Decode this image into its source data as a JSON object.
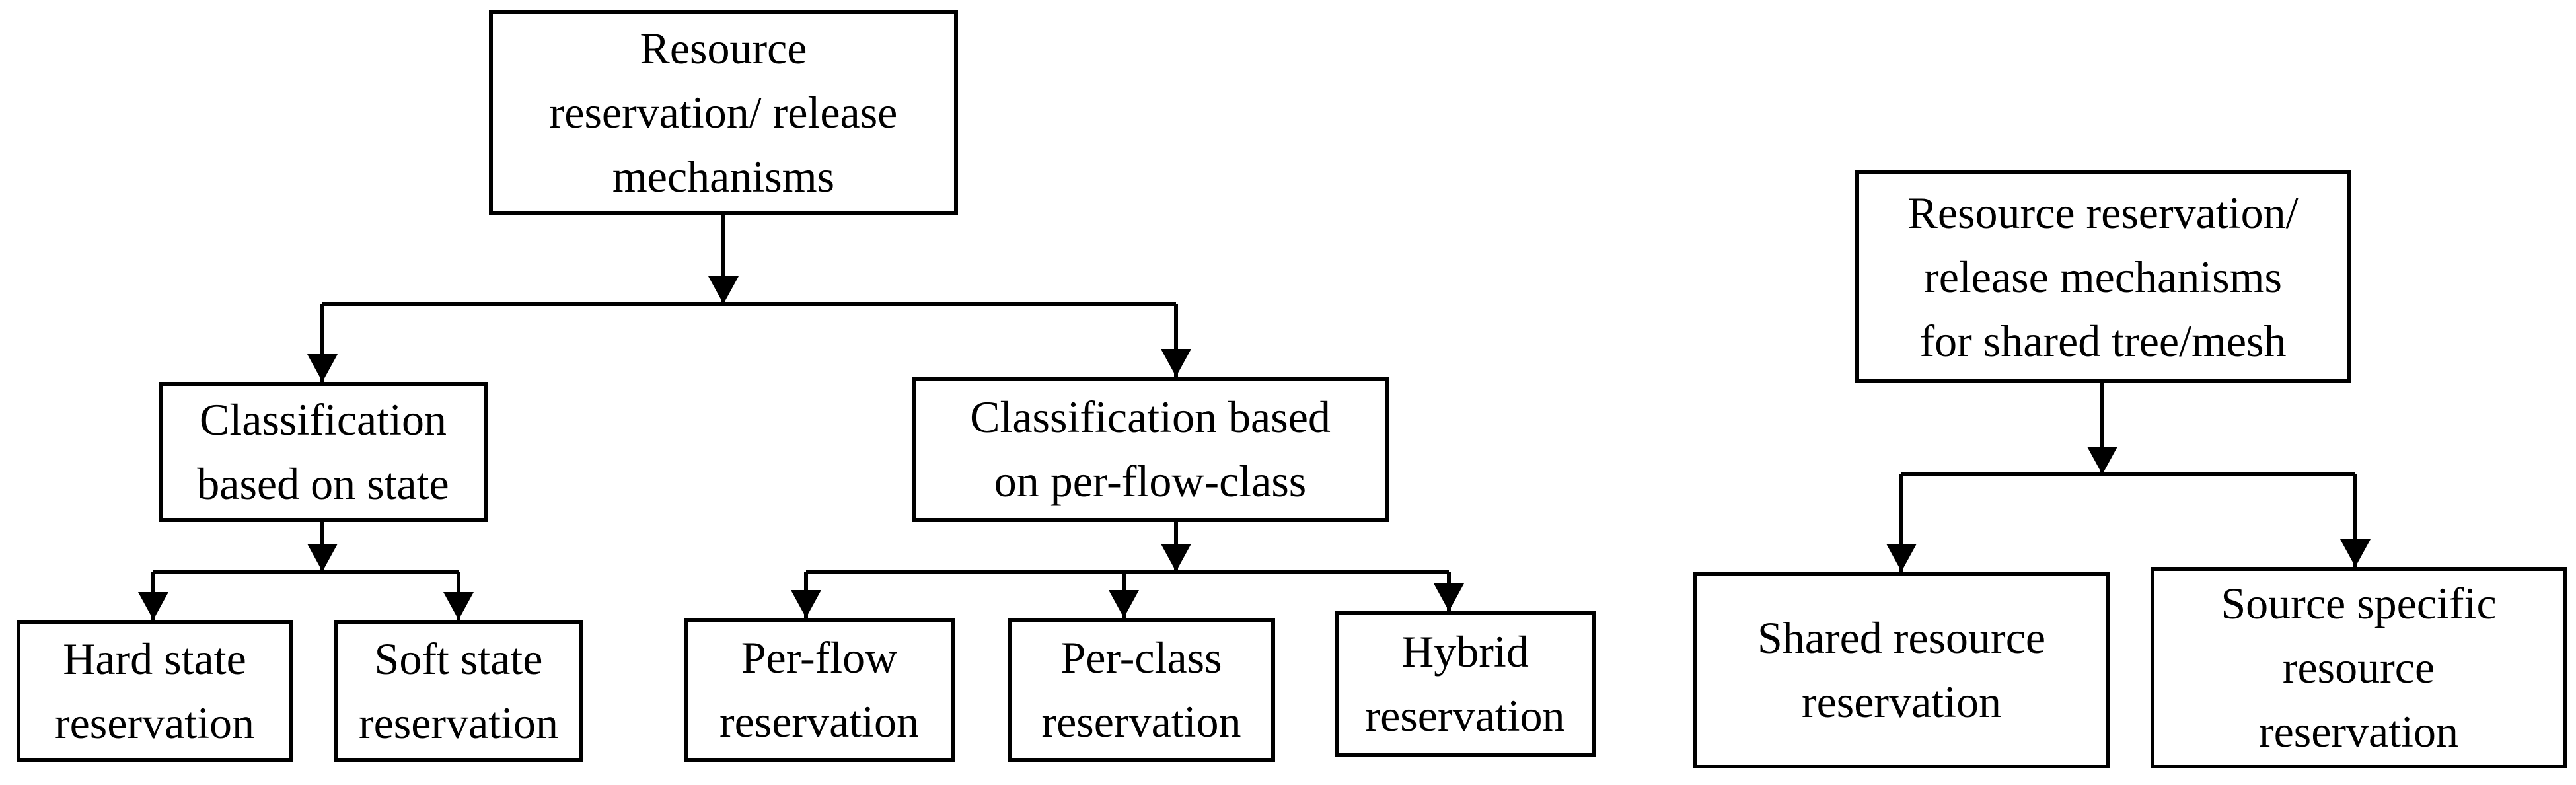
{
  "nodes": {
    "root": "Resource\nreservation/ release\nmechanisms",
    "state": "Classification\nbased on state",
    "perflow_class": "Classification based\non per-flow-class",
    "hard": "Hard state\nreservation",
    "soft": "Soft state\nreservation",
    "perflow": "Per-flow\nreservation",
    "perclass": "Per-class\nreservation",
    "hybrid": "Hybrid\nreservation",
    "shared_root": "Resource reservation/\nrelease mechanisms\nfor shared tree/mesh",
    "shared": "Shared resource\nreservation",
    "source_specific": "Source specific\nresource\nreservation"
  },
  "edges": [
    {
      "from": "root",
      "to": "state"
    },
    {
      "from": "root",
      "to": "perflow_class"
    },
    {
      "from": "state",
      "to": "hard"
    },
    {
      "from": "state",
      "to": "soft"
    },
    {
      "from": "perflow_class",
      "to": "perflow"
    },
    {
      "from": "perflow_class",
      "to": "perclass"
    },
    {
      "from": "perflow_class",
      "to": "hybrid"
    },
    {
      "from": "shared_root",
      "to": "shared"
    },
    {
      "from": "shared_root",
      "to": "source_specific"
    }
  ],
  "colors": {
    "line": "#000000",
    "box_border": "#000000",
    "background": "#ffffff"
  }
}
